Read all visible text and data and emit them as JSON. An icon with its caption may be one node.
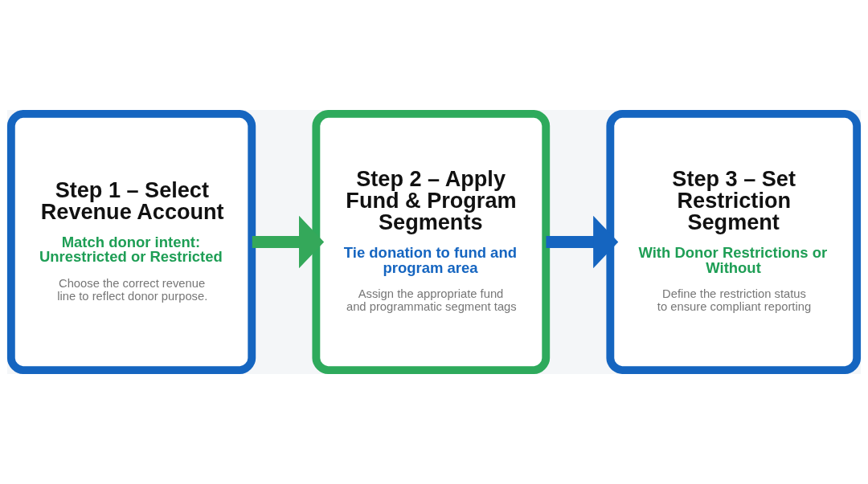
{
  "diagram": {
    "nodes": [
      {
        "text": [
          "Step 1 – Select Revenue Account",
          "Match donor intent: Unrestricted or Restricted",
          "Choose the correct revenue line to reflect donor purpose."
        ]
      },
      {
        "text": [
          "Step 2 – Apply Fund & Program Segments",
          "Tie donation to fund and program area",
          "Assign the appropriate fund and programmatic segment tags"
        ]
      },
      {
        "text": [
          "Step 3 – Set Restriction Segment",
          "With Donor Restrictions or Without",
          "Define the restriction status to ensure compliant reporting"
        ]
      }
    ],
    "edges": [
      {
        "from": 0,
        "to": 1,
        "arrow": "to",
        "color": "#34a85a"
      },
      {
        "from": 1,
        "to": 2,
        "arrow": "to",
        "color": "#1565c0"
      }
    ]
  }
}
